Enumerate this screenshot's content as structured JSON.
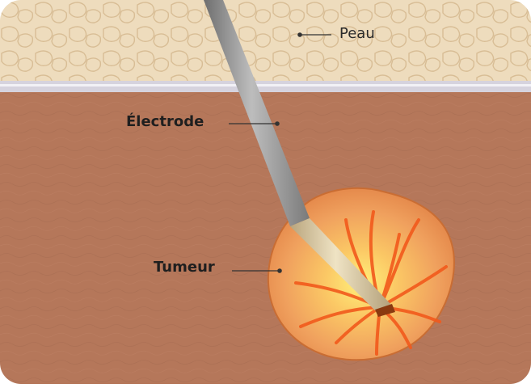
{
  "labels": {
    "skin": "Peau",
    "electrode": "Électrode",
    "tumor": "Tumeur"
  },
  "colors": {
    "skin": "#eedcbd",
    "skin_cells": "#dcc29b",
    "skin_border": "#c9c8d4",
    "tissue": "#b5775a",
    "tissue_texture": "#a36a4f",
    "tumor_fill": "#f0a462",
    "tumor_core": "#ffe37a",
    "vessels": "#f25a1c",
    "electrode_shaft": "#8f8f8f",
    "electrode_tip": "#d8c9a8",
    "electrode_cap": "#8a3a10",
    "leader_line": "#333333"
  }
}
